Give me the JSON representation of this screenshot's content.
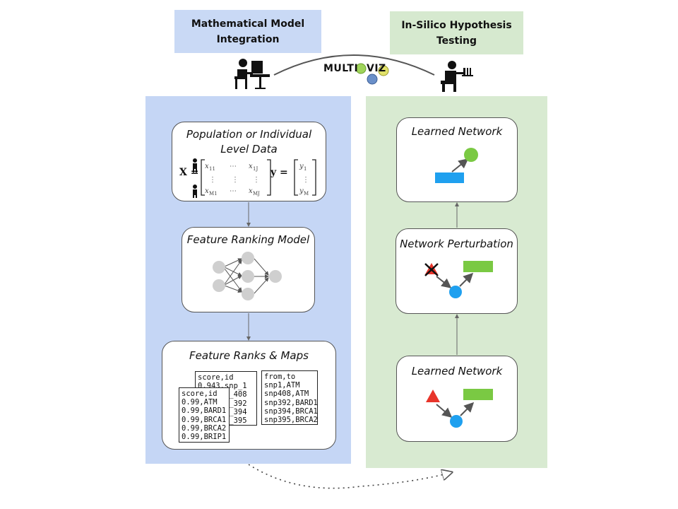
{
  "header": {
    "left_title": "Mathematical Model\nIntegration",
    "right_title": "In-Silico Hypothesis\nTesting",
    "left_color": "#c9d9f5",
    "right_color": "#d6e9cf",
    "logo_text_a": "MULTI",
    "logo_text_b": "VIZ"
  },
  "left_panel": {
    "color": "#c5d6f5",
    "data_node": {
      "title": "Population or Individual\nLevel Data",
      "x_label": "X =",
      "y_label": "y ="
    },
    "ranking_node": {
      "title": "Feature Ranking Model"
    },
    "ranks_node": {
      "title": "Feature Ranks & Maps",
      "card_back": [
        "score,id",
        "0.943,snp_1",
        "0.9 snp_408",
        "0.9 snp_392",
        "0.9 snp_394",
        "0.9 snp_395"
      ],
      "card_front": [
        "score,id",
        "0.99,ATM",
        "0.99,BARD1",
        "0.99,BRCA1",
        "0.99,BRCA2",
        "0.99,BRIP1"
      ],
      "card_map": [
        "from,to",
        "snp1,ATM",
        "snp408,ATM",
        "snp392,BARD1",
        "snp394,BRCA1",
        "snp395,BRCA2"
      ]
    }
  },
  "right_panel": {
    "color": "#d8ead1",
    "top_node": {
      "title": "Learned Network"
    },
    "middle_node": {
      "title": "Network Perturbation"
    },
    "bottom_node": {
      "title": "Learned Network"
    }
  },
  "colors": {
    "blue_node": "#1fa0ef",
    "green_node": "#7ac943",
    "red_node": "#e8342a",
    "grey_node": "#cfcfcf",
    "edge": "#666666"
  },
  "icons": [
    "person-at-computer-icon",
    "person-in-lab-icon",
    "multiviz-logo-icon"
  ]
}
